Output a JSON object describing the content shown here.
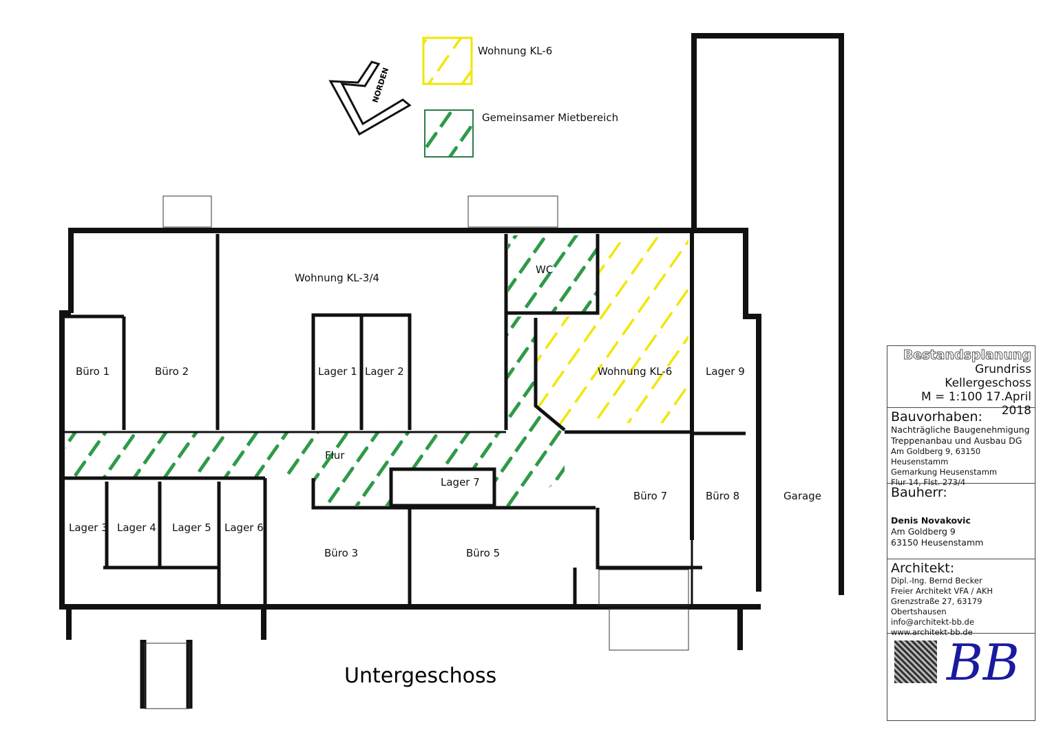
{
  "legend": {
    "items": [
      {
        "label": "Wohnung KL-6",
        "color": "#f2e600"
      },
      {
        "label": "Gemeinsamer Mietbereich",
        "color": "#2e9a48"
      }
    ],
    "north_label": "NORDEN"
  },
  "rooms": [
    "Wohnung KL-3/4",
    "WC",
    "Büro 1",
    "Büro 2",
    "Lager 1",
    "Lager 2",
    "Wohnung KL-6",
    "Lager 9",
    "Flur",
    "Lager 7",
    "Büro 7",
    "Büro 8",
    "Garage",
    "Lager 3",
    "Lager 4",
    "Lager 5",
    "Lager 6",
    "Büro 3",
    "Büro 5"
  ],
  "floor_title": "Untergeschoss",
  "title_block": {
    "title": "Bestandsplanung",
    "subtitle": "Grundriss Kellergeschoss",
    "scale_date": "M = 1:100  17.April 2018",
    "project_heading": "Bauvorhaben:",
    "project_lines": [
      "Nachträgliche Baugenehmigung",
      "Treppenanbau und Ausbau DG",
      "Am Goldberg 9, 63150 Heusenstamm",
      "Gemarkung Heusenstamm",
      "Flur 14, Flst. 273/4"
    ],
    "client_heading": "Bauherr:",
    "client_name": "Denis Novakovic",
    "client_lines": [
      "Am Goldberg 9",
      "63150 Heusenstamm"
    ],
    "architect_heading": "Architekt:",
    "architect_lines": [
      "Dipl.-Ing. Bernd Becker",
      "Freier Architekt VFA / AKH",
      "Grenzstraße 27, 63179 Obertshausen",
      "info@architekt-bb.de",
      "www.architekt-bb.de"
    ],
    "logo_text": "BB"
  }
}
